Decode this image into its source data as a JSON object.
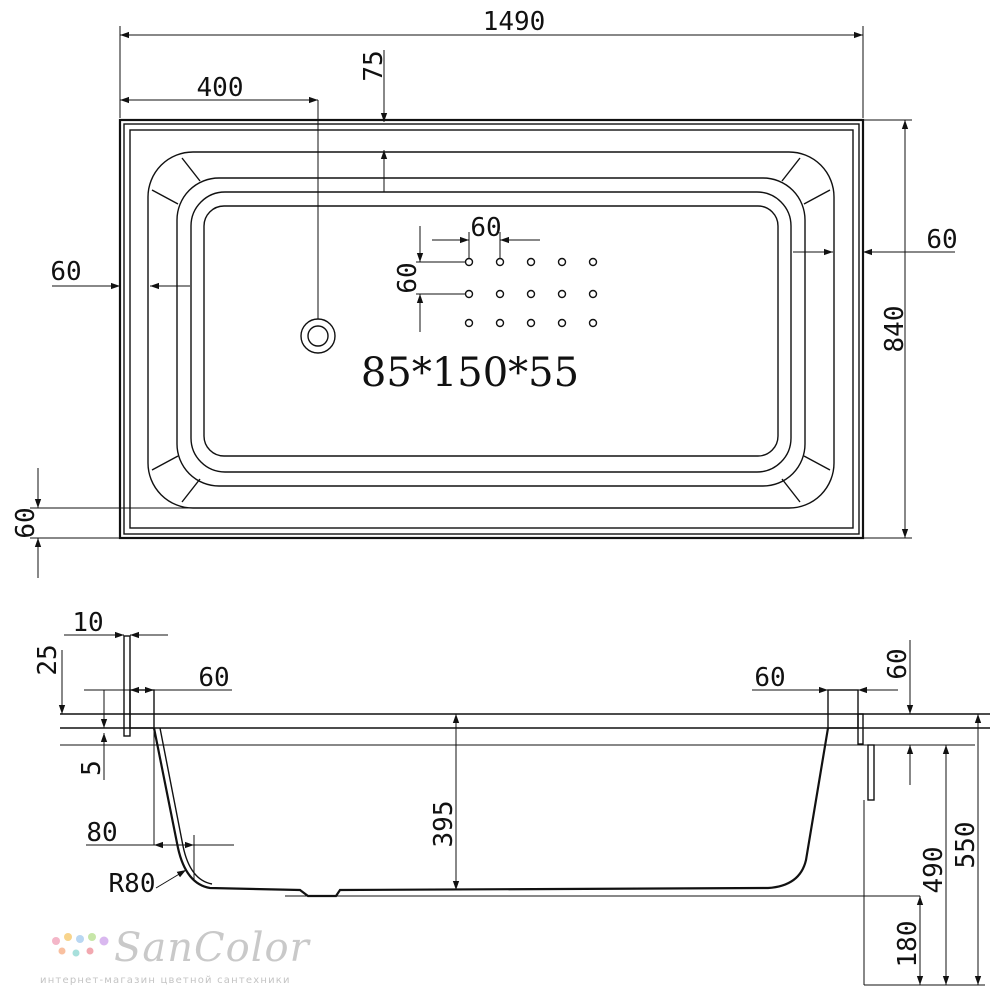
{
  "top_view": {
    "dim_overall_length": "1490",
    "dim_drain_offset": "400",
    "dim_top_rim": "75",
    "dim_left_rim": "60",
    "dim_right_rim": "60",
    "dim_bottom_rim": "60",
    "dim_overall_width": "840",
    "dim_hole_spacing_h": "60",
    "dim_hole_spacing_v": "60",
    "model_label": "85*150*55"
  },
  "side_view": {
    "dim_skirt_thickness": "10",
    "dim_rim_height": "25",
    "dim_left_flange": "60",
    "dim_gap": "5",
    "dim_bottom_radius_offset": "80",
    "dim_radius": "R80",
    "dim_depth": "395",
    "dim_right_flange": "60",
    "dim_right_rim_height": "60",
    "dim_height_490": "490",
    "dim_height_550": "550",
    "dim_leg_height": "180"
  },
  "brand": {
    "name": "SanColor",
    "tagline": "интернет-магазин цветной сантехники",
    "dot_colors": [
      "#f4b6c8",
      "#f8d48c",
      "#b9d7f2",
      "#c7e6a8",
      "#d9b8ef",
      "#f9c0a0",
      "#a8e0dc",
      "#f2a8b0"
    ]
  }
}
